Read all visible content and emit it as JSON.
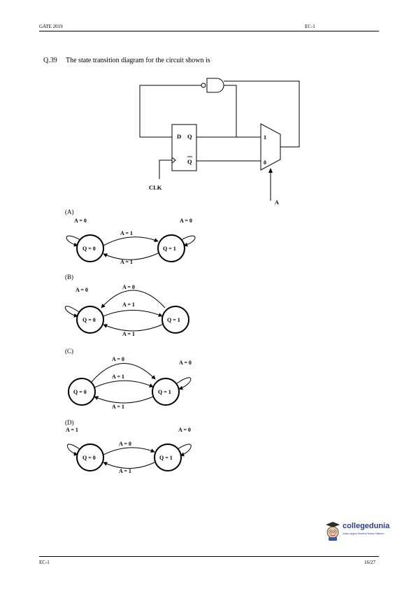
{
  "header": {
    "left": "GATE 2019",
    "right": "EC-1"
  },
  "footer": {
    "left": "EC-1",
    "right": "16/27"
  },
  "question": {
    "number": "Q.39",
    "text": "The state transition diagram for the circuit shown is"
  },
  "circuit": {
    "ff_d": "D",
    "ff_q": "Q",
    "ff_qbar": "Q",
    "clk": "CLK",
    "mux_in1": "1",
    "mux_in0": "0",
    "mux_sel": "A"
  },
  "options": [
    {
      "label": "(A)",
      "state0": "Q = 0",
      "state1": "Q = 1",
      "self0": "A = 0",
      "self1": "A = 0",
      "top": "A = 1",
      "bottom": "A = 1"
    },
    {
      "label": "(B)",
      "state0": "Q = 0",
      "state1": "Q = 1",
      "self0": "A = 0",
      "outer": "A = 0",
      "top": "A = 1",
      "bottom": "A = 1"
    },
    {
      "label": "(C)",
      "state0": "Q = 0",
      "state1": "Q = 1",
      "self1": "A = 0",
      "outer": "A = 0",
      "top": "A = 1",
      "bottom": "A = 1"
    },
    {
      "label": "(D)",
      "state0": "Q = 0",
      "state1": "Q = 1",
      "self0": "A = 1",
      "self1": "A = 0",
      "top": "A = 0",
      "bottom": "A = 1"
    }
  ],
  "logo": {
    "name": "collegedunia",
    "tagline": "India's largest Student Review Platform",
    "icon": "graduate-mascot-icon"
  }
}
